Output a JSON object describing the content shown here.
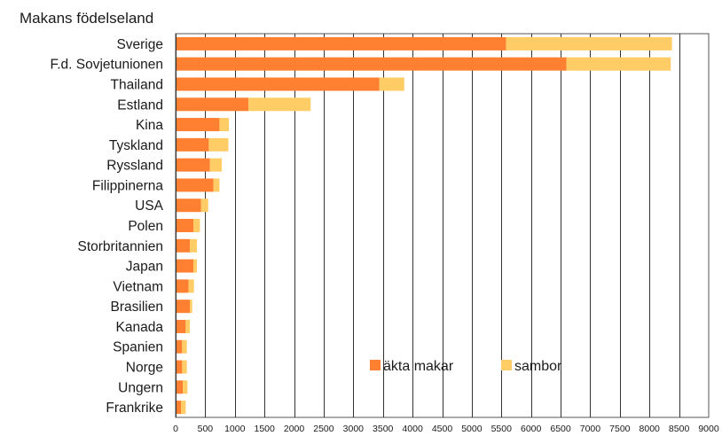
{
  "chart_data": {
    "type": "bar",
    "orientation": "horizontal",
    "stacked": true,
    "title": "Makans födelseland",
    "xlabel": "",
    "ylabel": "",
    "xlim": [
      0,
      9000
    ],
    "xticks": [
      0,
      500,
      1000,
      1500,
      2000,
      2500,
      3000,
      3500,
      4000,
      4500,
      5000,
      5500,
      6000,
      6500,
      7000,
      7500,
      8000,
      8500,
      9000
    ],
    "grid": "vertical",
    "legend_position": "bottom-right",
    "categories": [
      "Sverige",
      "F.d. Sovjetunionen",
      "Thailand",
      "Estland",
      "Kina",
      "Tyskland",
      "Ryssland",
      "Filippinerna",
      "USA",
      "Polen",
      "Storbritannien",
      "Japan",
      "Vietnam",
      "Brasilien",
      "Kanada",
      "Spanien",
      "Norge",
      "Ungern",
      "Frankrike"
    ],
    "series": [
      {
        "name": "äkta makar",
        "color": "#ff8030",
        "values": [
          5580,
          6600,
          3440,
          1230,
          740,
          560,
          580,
          640,
          430,
          300,
          240,
          300,
          220,
          240,
          170,
          110,
          110,
          120,
          90
        ]
      },
      {
        "name": "sambor",
        "color": "#ffcc66",
        "values": [
          2800,
          1760,
          420,
          1050,
          160,
          330,
          200,
          100,
          120,
          110,
          120,
          60,
          90,
          40,
          70,
          80,
          80,
          80,
          80
        ]
      }
    ]
  }
}
